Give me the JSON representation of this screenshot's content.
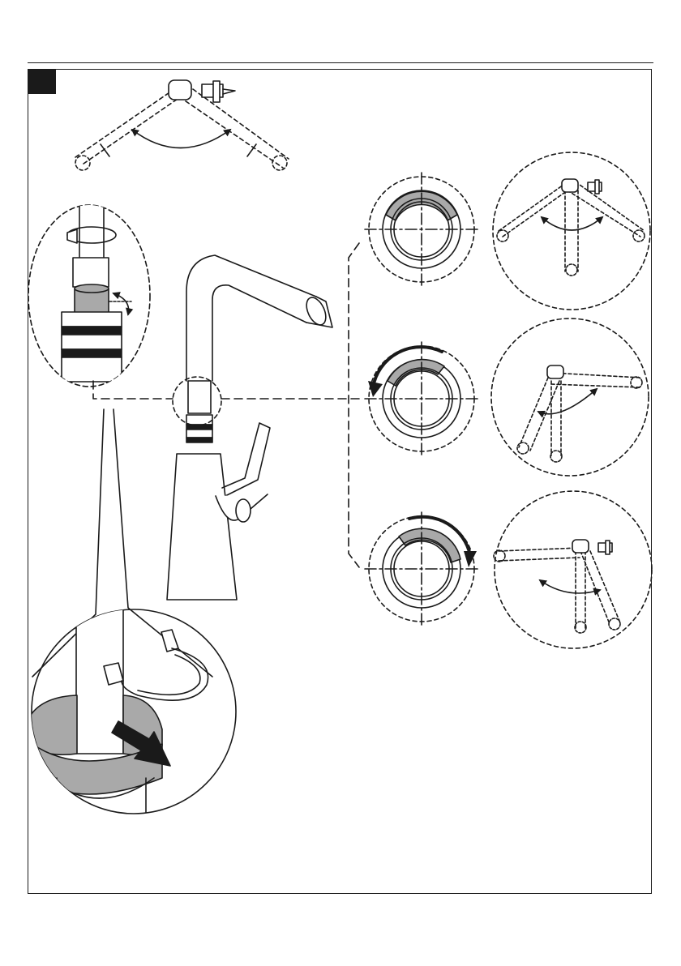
{
  "page": {
    "step_label": "",
    "footer_mark": ""
  },
  "colors": {
    "line": "#1a1a1a",
    "fill_gray": "#a9a9a9",
    "fill_light": "#ffffff"
  },
  "icons": {
    "rotate_cw": "rotate-clockwise-arrow-icon",
    "rotate_ccw": "rotate-counterclockwise-arrow-icon",
    "push": "push-arrow-icon"
  },
  "spout_positions": [
    {
      "ring": "ring-position-center",
      "arrow": "none"
    },
    {
      "ring": "ring-position-left",
      "arrow": "counterclockwise"
    },
    {
      "ring": "ring-position-right",
      "arrow": "clockwise"
    }
  ]
}
